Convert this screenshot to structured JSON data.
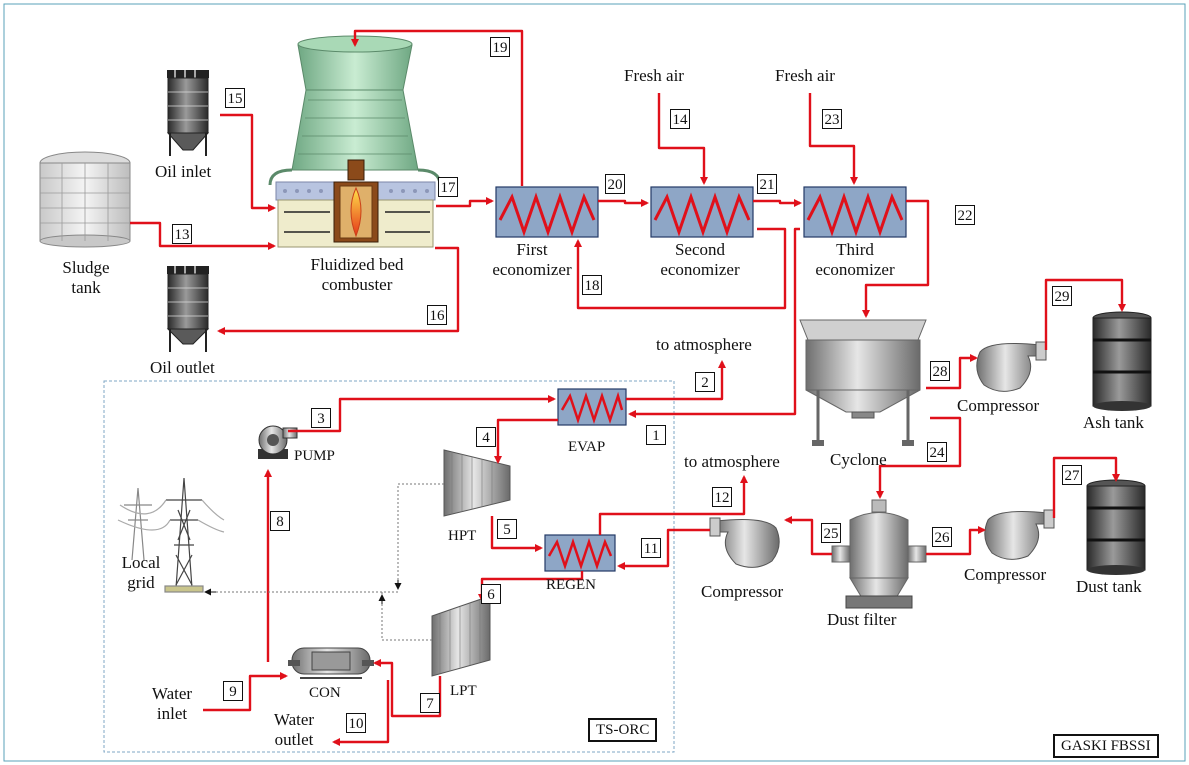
{
  "labels": {
    "sludge_tank": "Sludge\ntank",
    "oil_inlet": "Oil inlet",
    "oil_outlet": "Oil outlet",
    "fbc": "Fluidized bed\ncombuster",
    "first_econ": "First\neconomizer",
    "second_econ": "Second\neconomizer",
    "third_econ": "Third\neconomizer",
    "fresh_air_1": "Fresh air",
    "fresh_air_2": "Fresh air",
    "to_atm_1": "to atmosphere",
    "to_atm_2": "to atmosphere",
    "cyclone": "Cyclone",
    "compressor_ash": "Compressor",
    "ash_tank": "Ash tank",
    "compressor_mid": "Compressor",
    "compressor_dust": "Compressor",
    "dust_filter": "Dust filter",
    "dust_tank": "Dust tank",
    "pump": "PUMP",
    "evap": "EVAP",
    "hpt": "HPT",
    "regen": "REGEN",
    "lpt": "LPT",
    "con": "CON",
    "local_grid": "Local\ngrid",
    "water_inlet": "Water\ninlet",
    "water_outlet": "Water\noutlet"
  },
  "system_tag": "TS-ORC",
  "figure_tag": "GASKI FBSSI",
  "streams": [
    "1",
    "2",
    "3",
    "4",
    "5",
    "6",
    "7",
    "8",
    "9",
    "10",
    "11",
    "12",
    "13",
    "14",
    "15",
    "16",
    "17",
    "18",
    "19",
    "20",
    "21",
    "22",
    "23",
    "24",
    "25",
    "26",
    "27",
    "28",
    "29"
  ],
  "colors": {
    "stream": "#e0101a",
    "hx_fill": "#8ea6c6",
    "frame": "#5aa2b8",
    "orc_border": "#7fa7c6",
    "tower": "#8fc49a"
  }
}
